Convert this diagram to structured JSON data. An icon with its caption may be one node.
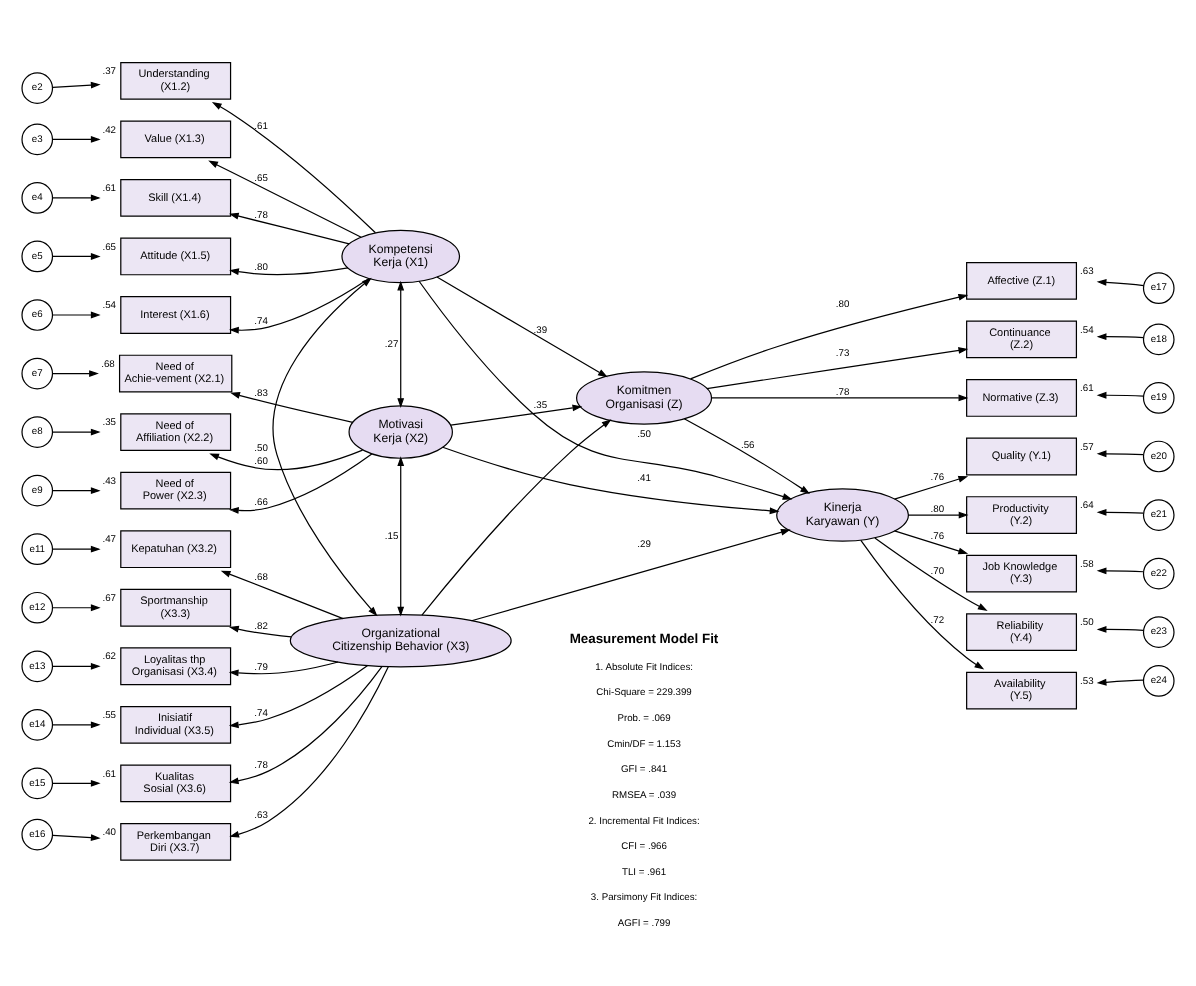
{
  "diagram": {
    "nodes": [
      {
        "text": [
          "Kompetensi Kerja (X1)"
        ]
      },
      {
        "text": [
          "Understanding (X1.2)"
        ],
        "beside": [
          ".37"
        ]
      },
      {
        "text": [
          "Value (X1.3)"
        ],
        "beside": [
          ".42"
        ]
      },
      {
        "text": [
          "Skill (X1.4)"
        ],
        "beside": [
          ".61"
        ]
      },
      {
        "text": [
          "Attitude (X1.5)"
        ],
        "beside": [
          ".65"
        ]
      },
      {
        "text": [
          "Interest (X1.6)"
        ],
        "beside": [
          ".54"
        ]
      },
      {
        "text": [
          "e2"
        ]
      },
      {
        "text": [
          "e3"
        ]
      },
      {
        "text": [
          "e4"
        ]
      },
      {
        "text": [
          "e5"
        ]
      },
      {
        "text": [
          "e6"
        ]
      },
      {
        "text": [
          "Motivasi Kerja (X2)"
        ]
      },
      {
        "text": [
          "Need of Achie-vement (X2.1)"
        ],
        "beside": [
          ".68"
        ]
      },
      {
        "text": [
          "Need of Affiliation (X2.2)"
        ],
        "beside": [
          ".35"
        ]
      },
      {
        "text": [
          "Need of Power (X2.3)"
        ],
        "beside": [
          ".43"
        ]
      },
      {
        "text": [
          "e7"
        ]
      },
      {
        "text": [
          "e8"
        ]
      },
      {
        "text": [
          "e9"
        ]
      },
      {
        "text": [
          "Organizational Citizenship Behavior (X3)"
        ]
      },
      {
        "text": [
          "Kepatuhan (X3.2)"
        ],
        "beside": [
          ".47"
        ]
      },
      {
        "text": [
          "Sportmanship (X3.3)"
        ],
        "beside": [
          ".67"
        ]
      },
      {
        "text": [
          "Loyalitas thp Organisasi (X3.4)"
        ],
        "beside": [
          ".62"
        ]
      },
      {
        "text": [
          "Inisiatif Individual (X3.5)"
        ],
        "beside": [
          ".55"
        ]
      },
      {
        "text": [
          "Kualitas Sosial (X3.6)"
        ],
        "beside": [
          ".61"
        ]
      },
      {
        "text": [
          "Perkembangan Diri (X3.7)"
        ],
        "beside": [
          ".40"
        ]
      },
      {
        "text": [
          "e11"
        ]
      },
      {
        "text": [
          "e12"
        ]
      },
      {
        "text": [
          "e13"
        ]
      },
      {
        "text": [
          "e14"
        ]
      },
      {
        "text": [
          "e15"
        ]
      },
      {
        "text": [
          "e16"
        ]
      },
      {
        "text": [
          "Komitmen Organisasi (Z)"
        ]
      },
      {
        "text": [
          "Affective (Z.1)"
        ],
        "beside": [
          ".63"
        ]
      },
      {
        "text": [
          "Continuance (Z.2)"
        ],
        "beside": [
          ".54"
        ]
      },
      {
        "text": [
          "Normative (Z.3)"
        ],
        "beside": [
          ".61"
        ]
      },
      {
        "text": [
          "e17"
        ]
      },
      {
        "text": [
          "e18"
        ]
      },
      {
        "text": [
          "e19"
        ]
      },
      {
        "text": [
          "Kinerja Karyawan (Y)"
        ]
      },
      {
        "text": [
          "Quality (Y.1)"
        ],
        "beside": [
          ".57"
        ]
      },
      {
        "text": [
          "Productivity (Y.2)"
        ],
        "beside": [
          ".64"
        ]
      },
      {
        "text": [
          "Job Knowledge (Y.3)"
        ],
        "beside": [
          ".58"
        ]
      },
      {
        "text": [
          "Reliability (Y.4)"
        ],
        "beside": [
          ".50"
        ]
      },
      {
        "text": [
          "Availability (Y.5)"
        ],
        "beside": [
          ".53"
        ]
      },
      {
        "text": [
          "e20"
        ]
      },
      {
        "text": [
          "e21"
        ]
      },
      {
        "text": [
          "e22"
        ]
      },
      {
        "text": [
          "e23"
        ]
      },
      {
        "text": [
          "e24"
        ]
      }
    ],
    "edges": [
      {
        "from": 0,
        "to": 1,
        "arrow": "to",
        "label": ".61"
      },
      {
        "from": 0,
        "to": 2,
        "arrow": "to",
        "label": ".65"
      },
      {
        "from": 0,
        "to": 3,
        "arrow": "to",
        "label": ".78"
      },
      {
        "from": 0,
        "to": 4,
        "arrow": "to",
        "label": ".80"
      },
      {
        "from": 0,
        "to": 5,
        "arrow": "to",
        "label": ".74"
      },
      {
        "from": 6,
        "to": 1,
        "arrow": "to"
      },
      {
        "from": 7,
        "to": 2,
        "arrow": "to"
      },
      {
        "from": 8,
        "to": 3,
        "arrow": "to"
      },
      {
        "from": 9,
        "to": 4,
        "arrow": "to"
      },
      {
        "from": 10,
        "to": 5,
        "arrow": "to"
      },
      {
        "from": 11,
        "to": 12,
        "arrow": "to",
        "label": ".83"
      },
      {
        "from": 11,
        "to": 13,
        "arrow": "to",
        "label": ".60"
      },
      {
        "from": 11,
        "to": 14,
        "arrow": "to",
        "label": ".66"
      },
      {
        "from": 15,
        "to": 12,
        "arrow": "to"
      },
      {
        "from": 16,
        "to": 13,
        "arrow": "to"
      },
      {
        "from": 17,
        "to": 14,
        "arrow": "to"
      },
      {
        "from": 18,
        "to": 19,
        "arrow": "to",
        "label": ".68"
      },
      {
        "from": 18,
        "to": 20,
        "arrow": "to",
        "label": ".82"
      },
      {
        "from": 18,
        "to": 21,
        "arrow": "to",
        "label": ".79"
      },
      {
        "from": 18,
        "to": 22,
        "arrow": "to",
        "label": ".74"
      },
      {
        "from": 18,
        "to": 23,
        "arrow": "to",
        "label": ".78"
      },
      {
        "from": 18,
        "to": 24,
        "arrow": "to",
        "label": ".63"
      },
      {
        "from": 25,
        "to": 19,
        "arrow": "to"
      },
      {
        "from": 26,
        "to": 20,
        "arrow": "to"
      },
      {
        "from": 27,
        "to": 21,
        "arrow": "to"
      },
      {
        "from": 28,
        "to": 22,
        "arrow": "to"
      },
      {
        "from": 29,
        "to": 23,
        "arrow": "to"
      },
      {
        "from": 30,
        "to": 24,
        "arrow": "to"
      },
      {
        "from": 31,
        "to": 32,
        "arrow": "to",
        "label": ".80"
      },
      {
        "from": 31,
        "to": 33,
        "arrow": "to",
        "label": ".73"
      },
      {
        "from": 31,
        "to": 34,
        "arrow": "to",
        "label": ".78"
      },
      {
        "from": 35,
        "to": 32,
        "arrow": "to"
      },
      {
        "from": 36,
        "to": 33,
        "arrow": "to"
      },
      {
        "from": 37,
        "to": 34,
        "arrow": "to"
      },
      {
        "from": 38,
        "to": 39,
        "arrow": "to",
        "label": ".76"
      },
      {
        "from": 38,
        "to": 40,
        "arrow": "to",
        "label": ".80"
      },
      {
        "from": 38,
        "to": 41,
        "arrow": "to",
        "label": ".76"
      },
      {
        "from": 38,
        "to": 42,
        "arrow": "to",
        "label": ".70"
      },
      {
        "from": 38,
        "to": 43,
        "arrow": "to",
        "label": ".72"
      },
      {
        "from": 44,
        "to": 39,
        "arrow": "to"
      },
      {
        "from": 45,
        "to": 40,
        "arrow": "to"
      },
      {
        "from": 46,
        "to": 41,
        "arrow": "to"
      },
      {
        "from": 47,
        "to": 42,
        "arrow": "to"
      },
      {
        "from": 48,
        "to": 43,
        "arrow": "to"
      },
      {
        "from": 0,
        "to": 31,
        "arrow": "to",
        "label": ".39"
      },
      {
        "from": 0,
        "to": 11,
        "arrow": "both",
        "label": ".27"
      },
      {
        "from": 11,
        "to": 31,
        "arrow": "to",
        "label": ".35"
      },
      {
        "from": 0,
        "to": 18,
        "arrow": "both",
        "label": ".50"
      },
      {
        "from": 11,
        "to": 38,
        "arrow": "to",
        "label": ".41"
      },
      {
        "from": 11,
        "to": 18,
        "arrow": "both",
        "label": ".15"
      },
      {
        "from": 0,
        "to": 38,
        "arrow": "to",
        "label": ".50"
      },
      {
        "from": 31,
        "to": 38,
        "arrow": "to",
        "label": ".56"
      },
      {
        "from": 18,
        "to": 38,
        "arrow": "to",
        "label": ".29"
      },
      {
        "from": 18,
        "to": 31,
        "arrow": "to"
      }
    ],
    "labels": [
      "Measurement Model Fit",
      "1. Absolute Fit Indices:",
      "Chi-Square = 229.399",
      "Prob. = .069",
      "Cmin/DF = 1.153",
      "GFI = .841",
      "RMSEA = .039",
      "2. Incremental Fit Indices:",
      "CFI = .966",
      "TLI = .961",
      "3. Parsimony Fit Indices:",
      "AGFI = .799"
    ]
  }
}
